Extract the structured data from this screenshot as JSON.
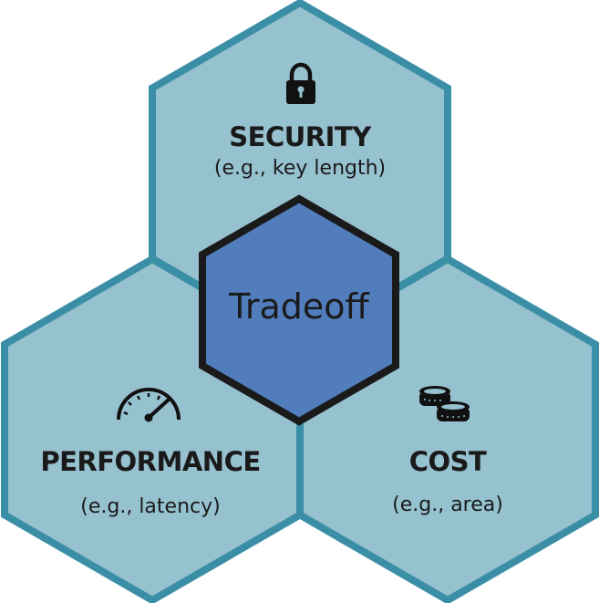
{
  "center": {
    "label": "Tradeoff"
  },
  "security": {
    "title": "SECURITY",
    "subtitle": "(e.g., key length)",
    "icon": "lock-icon"
  },
  "performance": {
    "title": "PERFORMANCE",
    "subtitle": "(e.g., latency)",
    "icon": "speedometer-icon"
  },
  "cost": {
    "title": "COST",
    "subtitle": "(e.g., area)",
    "icon": "coins-icon"
  },
  "colors": {
    "outer_fill": "#96c1cf",
    "outer_stroke": "#3a8ea6",
    "center_fill": "#517dbd",
    "center_stroke": "#1a1a1a"
  }
}
